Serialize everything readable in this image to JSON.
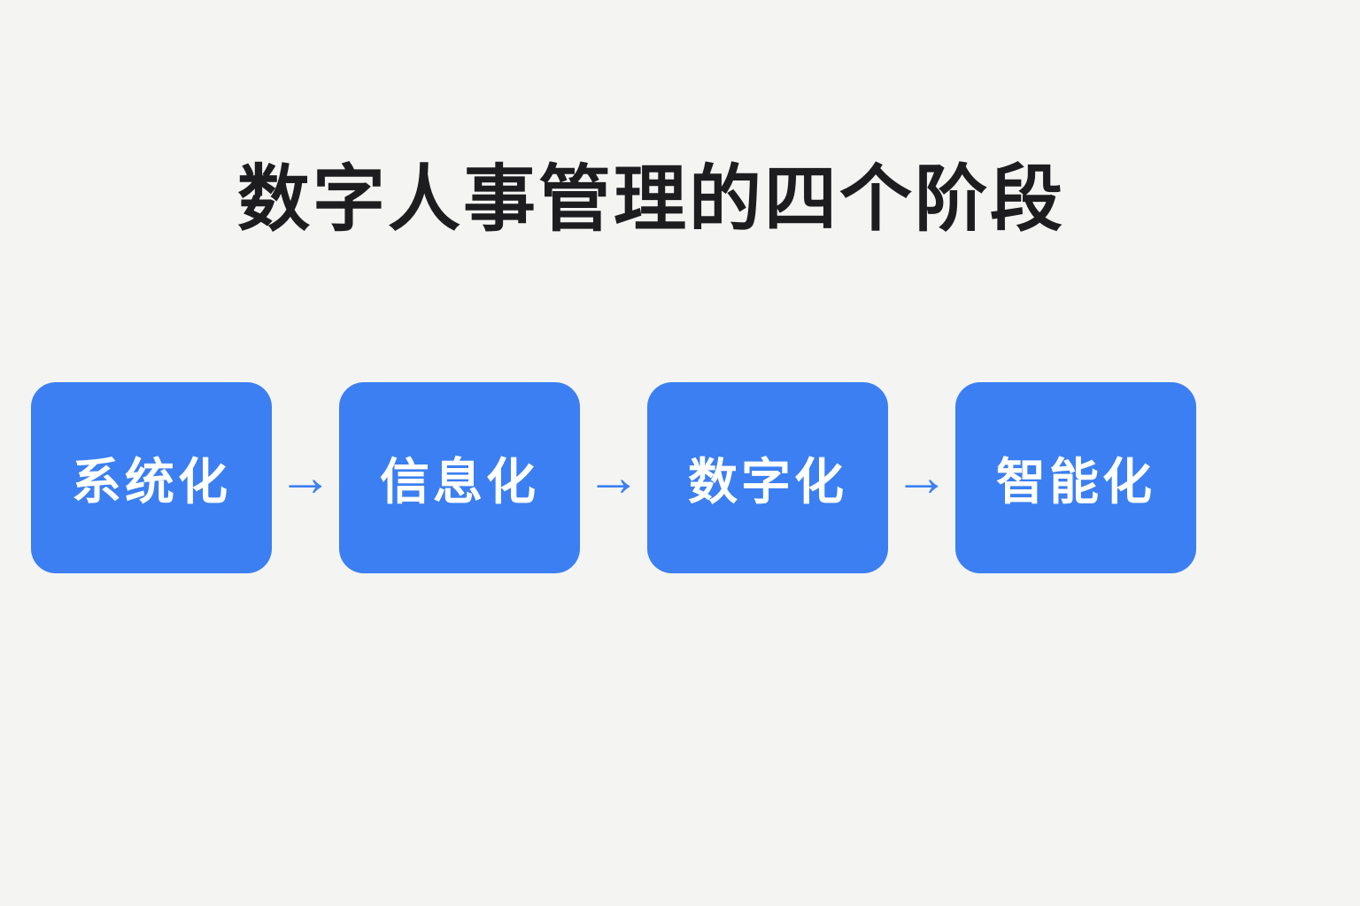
{
  "title": "数字人事管理的四个阶段",
  "stages": [
    {
      "label": "系统化"
    },
    {
      "label": "信息化"
    },
    {
      "label": "数字化"
    },
    {
      "label": "智能化"
    }
  ],
  "arrow_glyph": "→",
  "colors": {
    "background": "#f4f4f3",
    "box": "#3b7ff2",
    "box_text": "#ffffff",
    "title_text": "#1d1d1f",
    "arrow": "#3b7ff2"
  }
}
